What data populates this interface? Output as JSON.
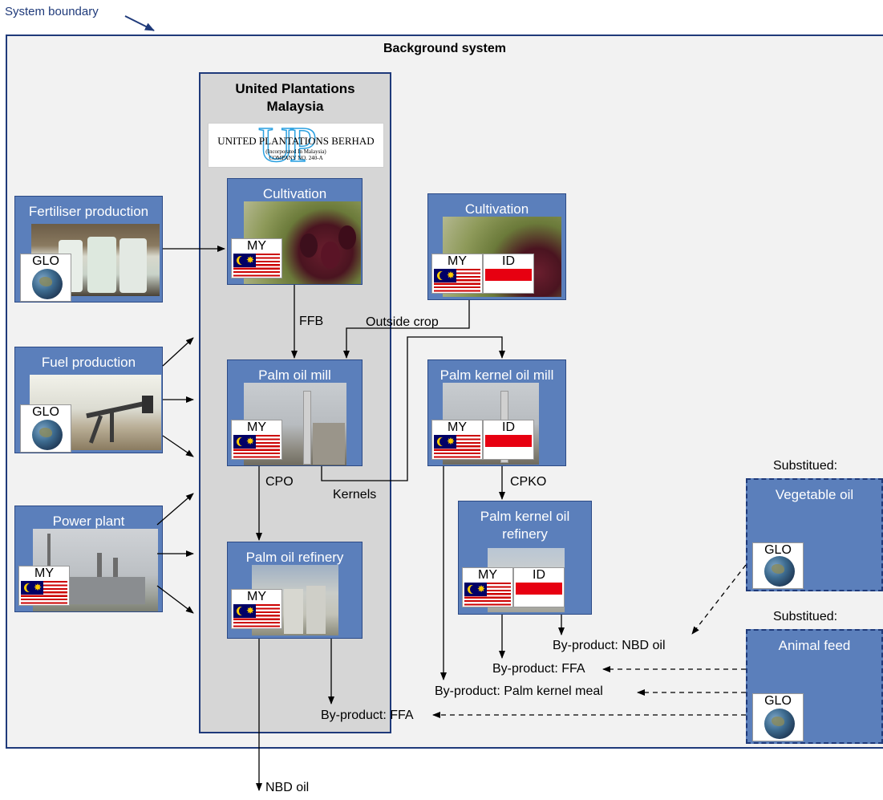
{
  "system_boundary": "System boundary",
  "background_system": "Background system",
  "up_panel": {
    "title_line1": "United Plantations",
    "title_line2": "Malaysia",
    "logo_name": "UNITED PLANTATIONS BERHAD",
    "logo_inc": "(Incorporated In Malaysia)",
    "logo_company": "COMPANY NO. 240-A",
    "logo_mark": "UP"
  },
  "boxes": {
    "fertiliser": {
      "title": "Fertiliser production",
      "code": "GLO"
    },
    "fuel": {
      "title": "Fuel production",
      "code": "GLO"
    },
    "power": {
      "title": "Power plant",
      "code": "MY"
    },
    "cultivation_up": {
      "title": "Cultivation",
      "code": "MY"
    },
    "palm_oil_mill": {
      "title": "Palm oil mill",
      "code": "MY"
    },
    "palm_oil_refinery": {
      "title": "Palm oil refinery",
      "code": "MY"
    },
    "cultivation_out": {
      "title": "Cultivation",
      "code1": "MY",
      "code2": "ID"
    },
    "pko_mill": {
      "title": "Palm kernel oil mill",
      "code1": "MY",
      "code2": "ID"
    },
    "pko_refinery": {
      "title_line1": "Palm kernel oil",
      "title_line2": "refinery",
      "code1": "MY",
      "code2": "ID"
    },
    "veg_oil": {
      "title": "Vegetable oil",
      "code": "GLO",
      "caption": "Substitued:"
    },
    "animal_feed": {
      "title": "Animal feed",
      "code": "GLO",
      "caption": "Substitued:"
    }
  },
  "flows": {
    "ffb": "FFB",
    "outside_crop": "Outside crop",
    "cpo": "CPO",
    "kernels": "Kernels",
    "cpko": "CPKO",
    "nbd_oil_out": "NBD oil",
    "byprod_nbd": "By-product: NBD oil",
    "byprod_ffa_pk": "By-product: FFA",
    "byprod_meal": "By-product: Palm kernel meal",
    "byprod_ffa_po": "By-product: FFA"
  }
}
